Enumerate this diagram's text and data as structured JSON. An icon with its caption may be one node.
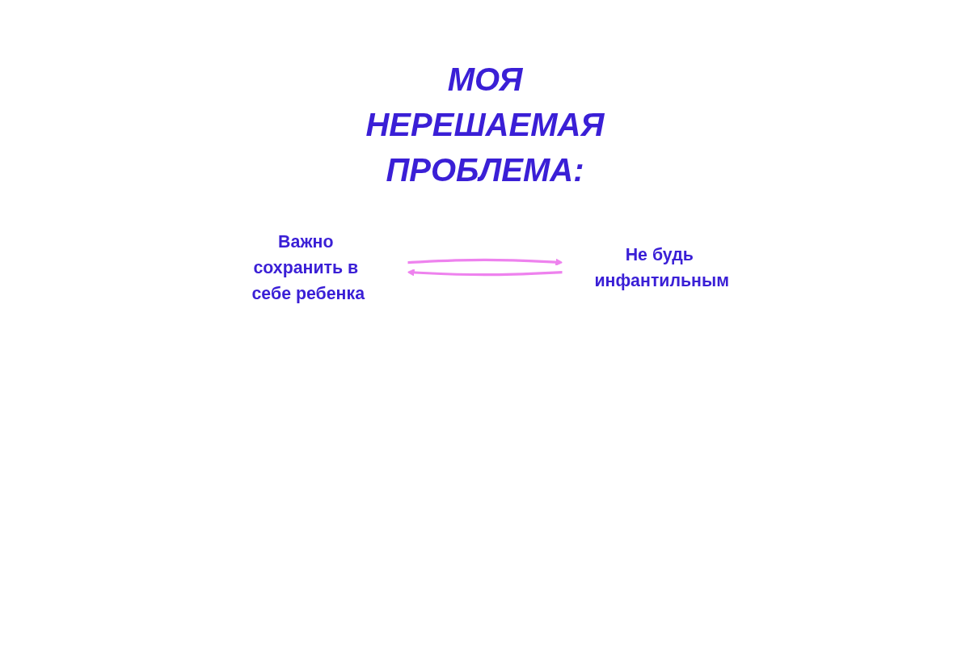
{
  "diagram": {
    "title": "МОЯ НЕРЕШАЕМАЯ ПРОБЛЕМА:",
    "nodes": [
      {
        "text": [
          "Важно сохранить в себе ребенка"
        ]
      },
      {
        "text": [
          "Не будь инфантильным"
        ]
      }
    ],
    "edges": [
      {
        "from": 0,
        "to": 1,
        "arrow": "to"
      },
      {
        "from": 1,
        "to": 0,
        "arrow": "to"
      }
    ]
  }
}
